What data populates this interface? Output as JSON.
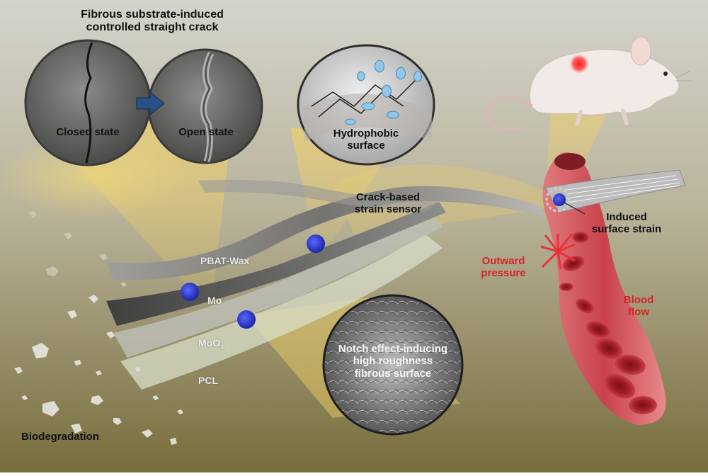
{
  "title_line1": "Fibrous substrate-induced",
  "title_line2": "controlled straight crack",
  "closed_state": "Closed state",
  "open_state": "Open state",
  "hydrophobic_line1": "Hydrophobic",
  "hydrophobic_line2": "surface",
  "sensor_line1": "Crack-based",
  "sensor_line2": "strain sensor",
  "layer_pbat": "PBAT-Wax",
  "layer_mo": "Mo",
  "layer_moo3": "MoO",
  "layer_moo3_sub": "3",
  "layer_pcl": "PCL",
  "notch_line1": "Notch effect-inducing",
  "notch_line2": "high roughness",
  "notch_line3": "fibrous surface",
  "induced_line1": "Induced",
  "induced_line2": "surface strain",
  "outward_line1": "Outward",
  "outward_line2": "pressure",
  "blood_line1": "Blood",
  "blood_line2": "flow",
  "biodegradation": "Biodegradation",
  "colors": {
    "background_top": "#cfcfc4",
    "background_bottom": "#7c7240",
    "glow": "#f3d56a",
    "marker": "#2f3bd6",
    "vessel": "#c8414c",
    "text_red": "#d3242b"
  }
}
